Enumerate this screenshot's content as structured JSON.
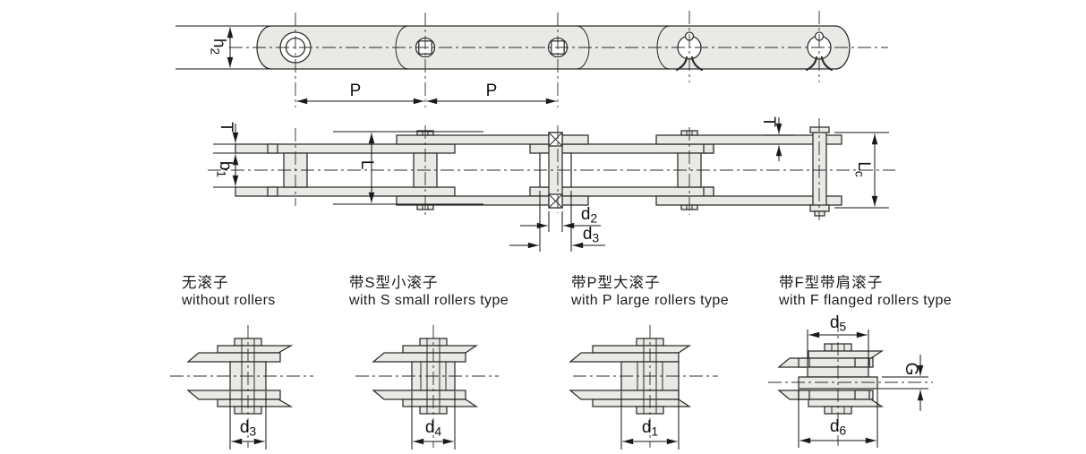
{
  "colors": {
    "line": "#2b2b2b",
    "fill": "#e9e9e6",
    "background": "#ffffff",
    "dim_text": "#111111"
  },
  "top_view": {
    "dims": {
      "h2": {
        "main": "h",
        "sub": "2"
      },
      "p1": "P",
      "p2": "P"
    }
  },
  "side_view": {
    "dims": {
      "t_left": "T",
      "t_right": "T",
      "b1": {
        "main": "b",
        "sub": "1"
      },
      "l": "L",
      "lc": {
        "main": "L",
        "sub": "c"
      },
      "d2": {
        "main": "d",
        "sub": "2"
      },
      "d3": {
        "main": "d",
        "sub": "3"
      }
    }
  },
  "variants": [
    {
      "title_zh": "无滚子",
      "title_en": "without rollers",
      "dim": {
        "main": "d",
        "sub": "3"
      }
    },
    {
      "title_zh": "带S型小滚子",
      "title_en": "with S small rollers type",
      "dim": {
        "main": "d",
        "sub": "4"
      }
    },
    {
      "title_zh": "带P型大滚子",
      "title_en": "with P large rollers type",
      "dim": {
        "main": "d",
        "sub": "1"
      }
    },
    {
      "title_zh": "带F型带肩滚子",
      "title_en": "with F flanged rollers type",
      "dim_d5": {
        "main": "d",
        "sub": "5"
      },
      "dim_d6": {
        "main": "d",
        "sub": "6"
      },
      "dim_g": "G"
    }
  ]
}
